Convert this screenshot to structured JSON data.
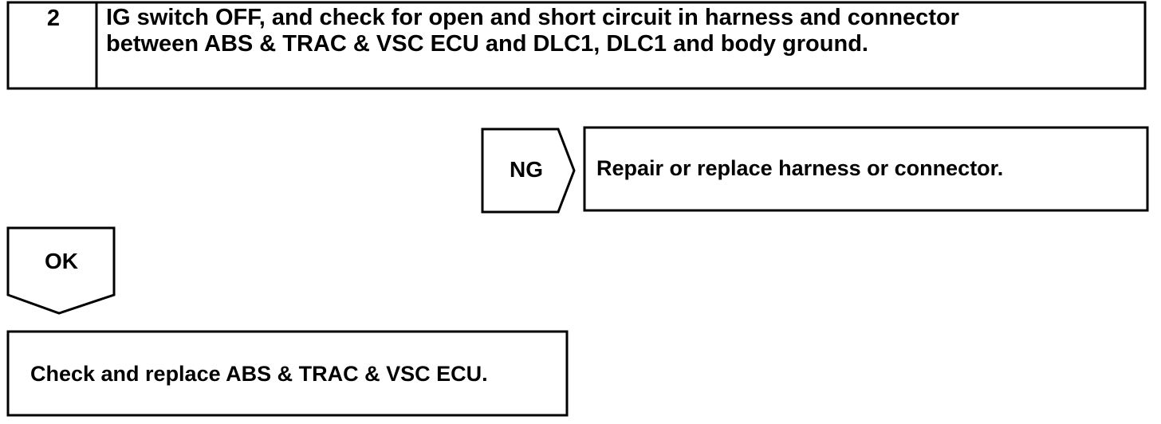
{
  "step": {
    "number": "2",
    "instruction_line1": "IG switch OFF, and check for open and short circuit in harness and connector",
    "instruction_line2": "between ABS & TRAC & VSC ECU and DLC1, DLC1 and body ground."
  },
  "ng_branch": {
    "label": "NG",
    "action": "Repair or replace harness or connector."
  },
  "ok_branch": {
    "label": "OK",
    "action": "Check and replace ABS & TRAC & VSC ECU."
  },
  "colors": {
    "background": "#ffffff",
    "stroke": "#000000",
    "text": "#000000"
  }
}
